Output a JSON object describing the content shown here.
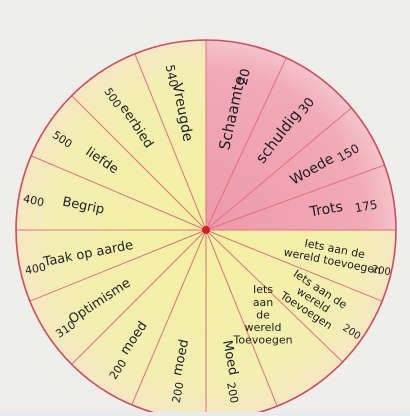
{
  "colors": {
    "paper": "#eeeeea",
    "warm": "#f3efa6",
    "warm_edge": "#f6e7c4",
    "cool": "#f0a6b4",
    "cool_edge": "#f5c9cf",
    "line": "#e0707e",
    "rim": "#d24a5c",
    "center": "#d42020",
    "ink": "#1d1d1d"
  },
  "wheel": {
    "segments": [
      {
        "start": 0,
        "end": 25,
        "tone": "cool",
        "lines": [
          "Schaamte"
        ],
        "value": "20"
      },
      {
        "start": 25,
        "end": 50,
        "tone": "cool",
        "lines": [
          "schuldig"
        ],
        "value": "30"
      },
      {
        "start": 50,
        "end": 70,
        "tone": "cool",
        "lines": [
          "Woede"
        ],
        "value": "150"
      },
      {
        "start": 70,
        "end": 90,
        "tone": "cool",
        "lines": [
          "Trots"
        ],
        "value": "175"
      },
      {
        "start": 90,
        "end": 112,
        "tone": "warm",
        "lines": [
          "Iets aan de",
          "wereld toevoegen"
        ],
        "value": "200"
      },
      {
        "start": 112,
        "end": 134,
        "tone": "warm",
        "lines": [
          "Iets aan de",
          "wereld",
          "Toevoegen"
        ],
        "value": "200"
      },
      {
        "start": 134,
        "end": 158,
        "tone": "warm",
        "lines": [
          "Iets",
          "aan",
          "de",
          "wereld",
          "Toevoegen"
        ],
        "value": ""
      },
      {
        "start": 158,
        "end": 180,
        "tone": "warm",
        "lines": [
          "Moed"
        ],
        "value": "200"
      },
      {
        "start": 180,
        "end": 203,
        "tone": "warm",
        "lines": [
          "moed"
        ],
        "value": "200"
      },
      {
        "start": 203,
        "end": 225,
        "tone": "warm",
        "lines": [
          "moed"
        ],
        "value": "200"
      },
      {
        "start": 225,
        "end": 248,
        "tone": "warm",
        "lines": [
          "Optimisme"
        ],
        "value": "310"
      },
      {
        "start": 248,
        "end": 270,
        "tone": "warm",
        "lines": [
          "Taak op aarde"
        ],
        "value": "400"
      },
      {
        "start": 270,
        "end": 293,
        "tone": "warm",
        "lines": [
          "Begrip"
        ],
        "value": "400"
      },
      {
        "start": 293,
        "end": 315,
        "tone": "warm",
        "lines": [
          "liefde"
        ],
        "value": "500"
      },
      {
        "start": 315,
        "end": 338,
        "tone": "warm",
        "lines": [
          "eerbied"
        ],
        "value": "500"
      },
      {
        "start": 338,
        "end": 360,
        "tone": "warm",
        "lines": [
          "Vreugde"
        ],
        "value": "540"
      }
    ]
  }
}
